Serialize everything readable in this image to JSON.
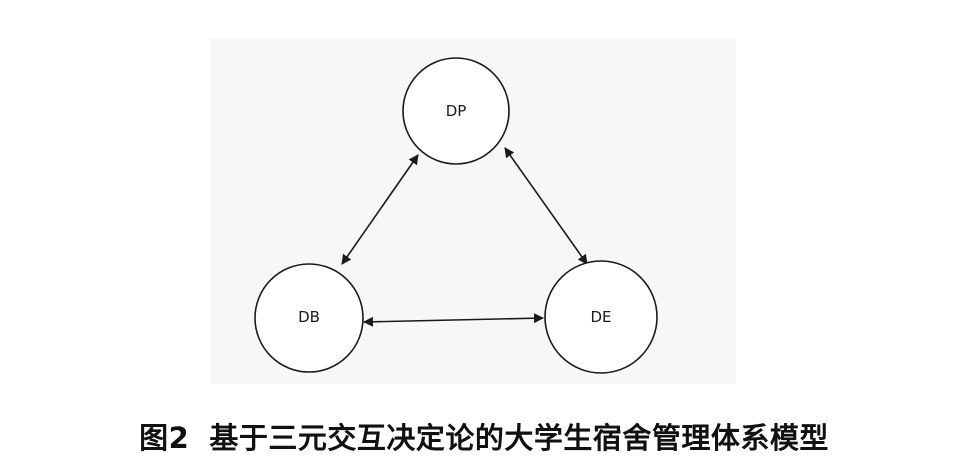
{
  "diagram": {
    "nodes": [
      {
        "id": "dp",
        "label": "DP"
      },
      {
        "id": "db",
        "label": "DB"
      },
      {
        "id": "de",
        "label": "DE"
      }
    ],
    "edges": [
      {
        "from": "dp",
        "to": "db",
        "direction": "both"
      },
      {
        "from": "dp",
        "to": "de",
        "direction": "both"
      },
      {
        "from": "db",
        "to": "de",
        "direction": "both"
      }
    ],
    "colors": {
      "panel_background": "#f7f7f7",
      "stroke": "#1a1a1a",
      "node_fill": "#ffffff"
    }
  },
  "caption": {
    "number": "图2",
    "text": "基于三元交互决定论的大学生宿舍管理体系模型"
  }
}
